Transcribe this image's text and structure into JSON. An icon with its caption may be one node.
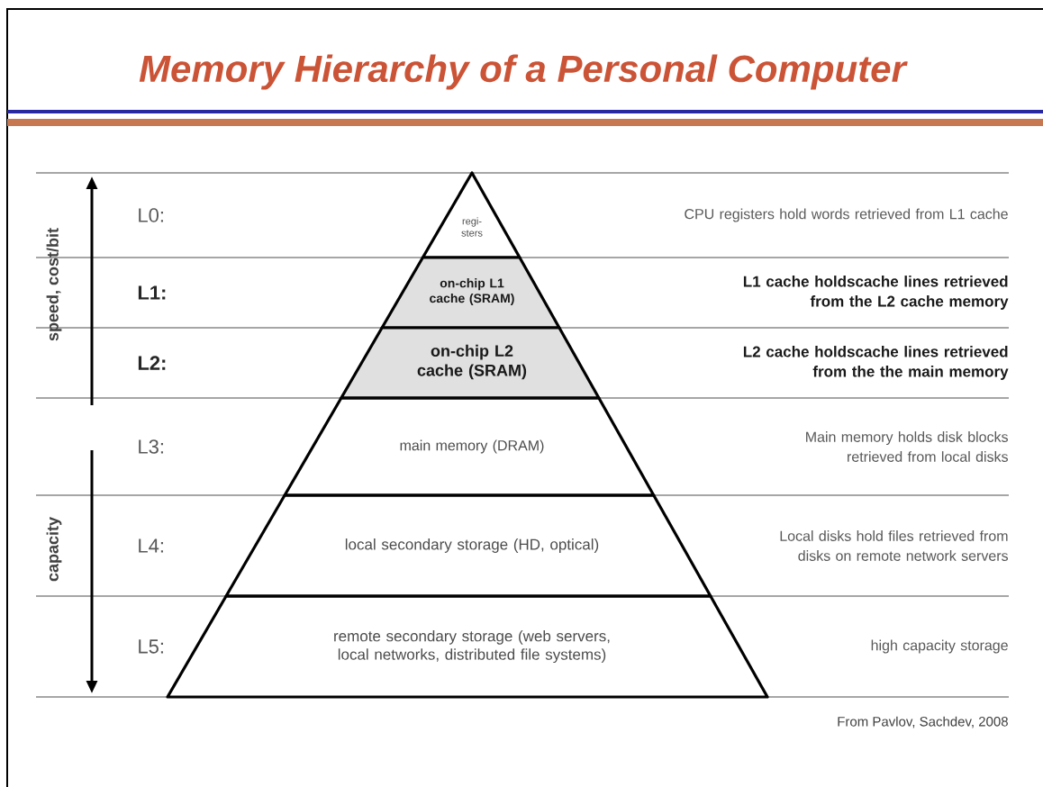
{
  "diagram": {
    "title": "Memory Hierarchy of a Personal Computer",
    "nodes": [
      {
        "text": [
          "regi- sters"
        ]
      },
      {
        "text": [
          "on-chip L1 cache (SRAM)"
        ]
      },
      {
        "text": [
          "on-chip L2 cache (SRAM)"
        ]
      },
      {
        "text": [
          "main memory (DRAM)"
        ]
      },
      {
        "text": [
          "local secondary storage (HD, optical)"
        ]
      },
      {
        "text": [
          "remote secondary storage (web servers, local networks, distributed file systems)"
        ]
      }
    ],
    "labels": [
      "L0:",
      "CPU registers hold words retrieved from L1 cache",
      "L1:",
      "L1 cache holdscache lines retrieved from the L2 cache memory",
      "L2:",
      "L2 cache holdscache lines retrieved from the the main memory",
      "L3:",
      "Main memory holds disk blocks retrieved from local disks",
      "L4:",
      "Local disks hold files retrieved from disks on remote network servers",
      "L5:",
      "high capacity storage",
      "speed, cost/bit",
      "capacity",
      "From Pavlov, Sachdev, 2008"
    ]
  }
}
